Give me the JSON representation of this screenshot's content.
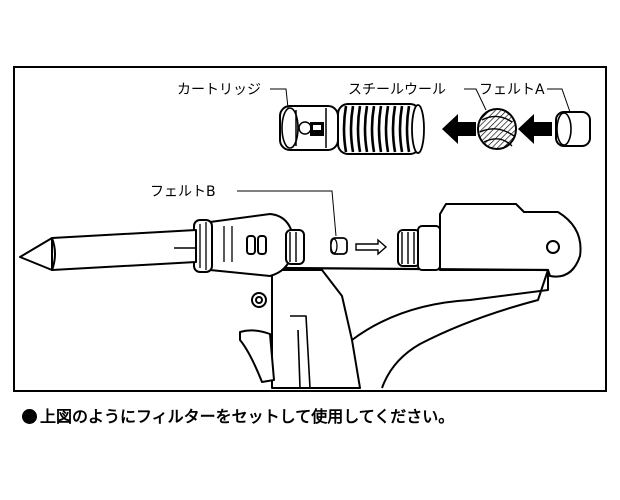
{
  "labels": {
    "cartridge": "カートリッジ",
    "steel_wool": "スチールウール",
    "felt_a": "フェルトA",
    "felt_b": "フェルトB"
  },
  "caption": "上図のようにフィルターをセットして使用してください。"
}
